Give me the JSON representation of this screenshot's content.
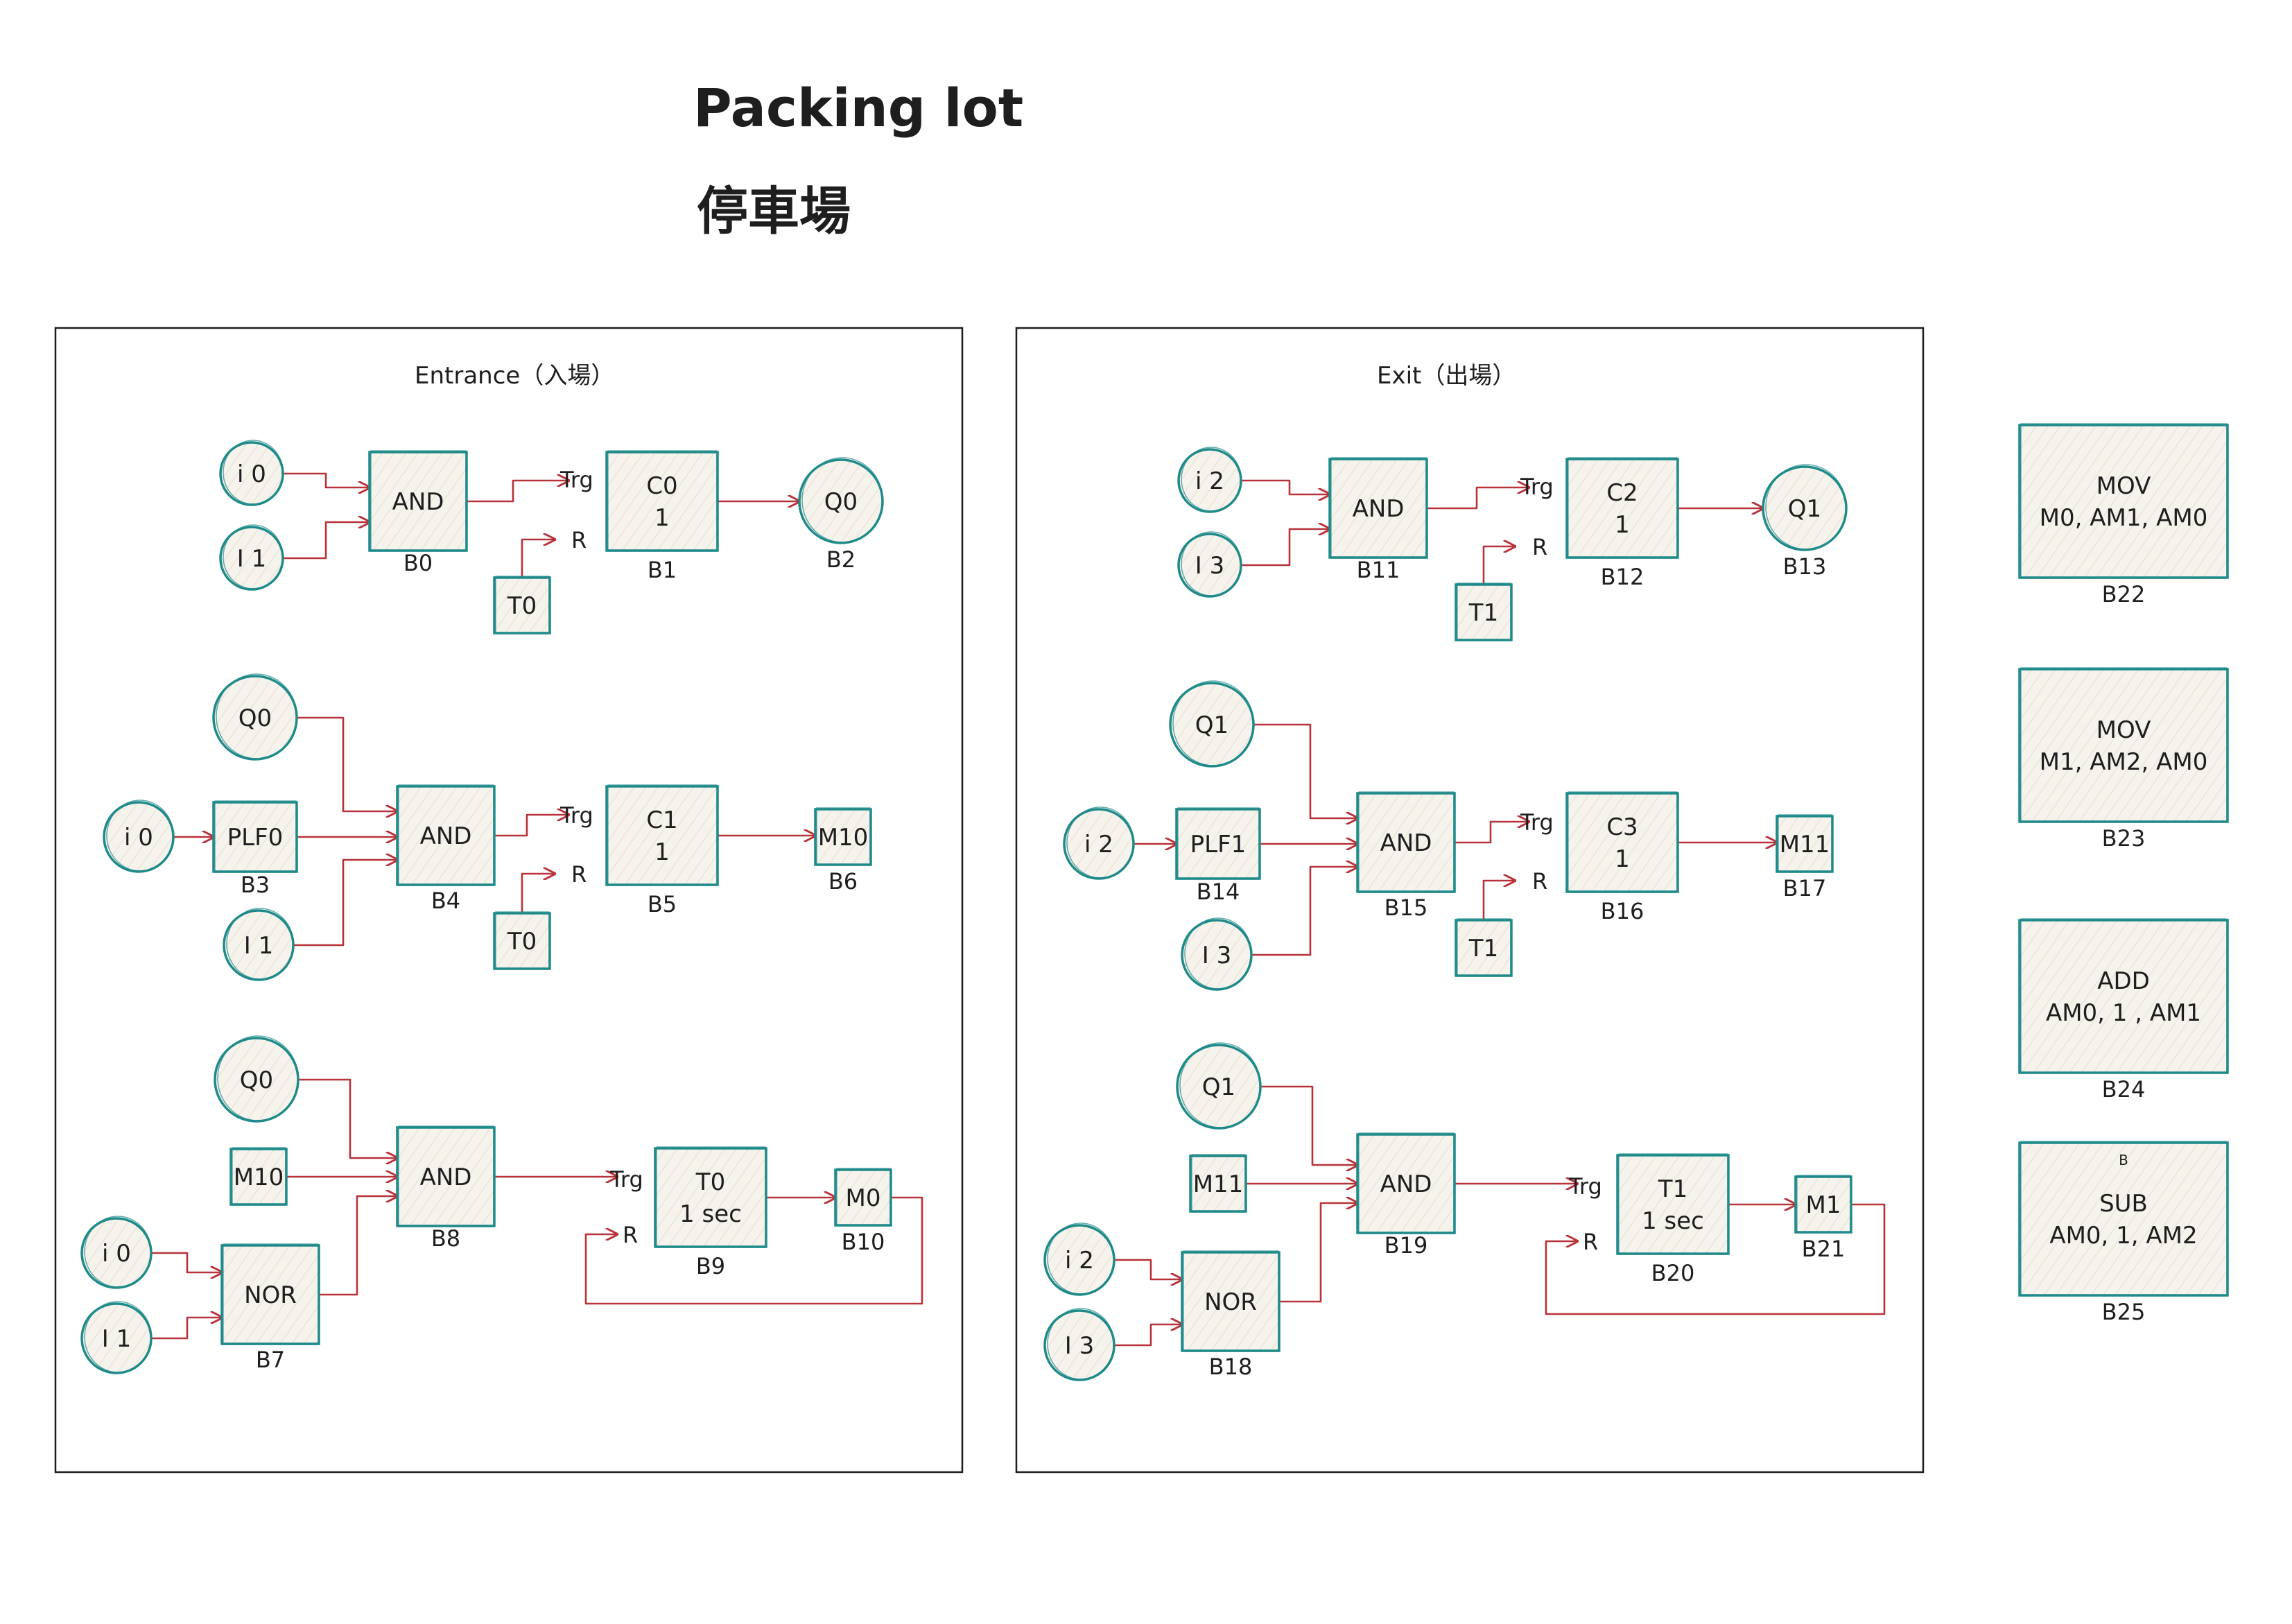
{
  "title": "Packing lot",
  "subtitle": "停車場",
  "colors": {
    "node_stroke": "#1f8a8a",
    "node_fill": "#f6f3ec",
    "wire": "#b8323a",
    "panel_stroke": "#1e1e1e",
    "text": "#1e1e1e"
  },
  "panels": [
    {
      "id": "entrance",
      "title": "Entrance（入場）"
    },
    {
      "id": "exit",
      "title": "Exit（出場）"
    }
  ],
  "nodes": [
    {
      "id": "e_i0a",
      "shape": "circle",
      "lines": [
        "i 0"
      ]
    },
    {
      "id": "e_i1a",
      "shape": "circle",
      "lines": [
        "I 1"
      ]
    },
    {
      "id": "b0",
      "shape": "rect",
      "lines": [
        "AND"
      ],
      "label": "B0"
    },
    {
      "id": "b1",
      "shape": "rect",
      "lines": [
        "C0",
        "1"
      ],
      "label": "B1"
    },
    {
      "id": "e_t0a",
      "shape": "rect",
      "lines": [
        "T0"
      ]
    },
    {
      "id": "b2",
      "shape": "circle",
      "lines": [
        "Q0"
      ],
      "label": "B2"
    },
    {
      "id": "e_q0a",
      "shape": "circle",
      "lines": [
        "Q0"
      ]
    },
    {
      "id": "e_i0b",
      "shape": "circle",
      "lines": [
        "i 0"
      ]
    },
    {
      "id": "b3",
      "shape": "rect",
      "lines": [
        "PLF0"
      ],
      "label": "B3"
    },
    {
      "id": "e_i1b",
      "shape": "circle",
      "lines": [
        "I 1"
      ]
    },
    {
      "id": "b4",
      "shape": "rect",
      "lines": [
        "AND"
      ],
      "label": "B4"
    },
    {
      "id": "b5",
      "shape": "rect",
      "lines": [
        "C1",
        "1"
      ],
      "label": "B5"
    },
    {
      "id": "e_t0b",
      "shape": "rect",
      "lines": [
        "T0"
      ]
    },
    {
      "id": "b6",
      "shape": "rect",
      "lines": [
        "M10"
      ],
      "label": "B6"
    },
    {
      "id": "e_q0b",
      "shape": "circle",
      "lines": [
        "Q0"
      ]
    },
    {
      "id": "e_m10",
      "shape": "rect",
      "lines": [
        "M10"
      ]
    },
    {
      "id": "e_i0c",
      "shape": "circle",
      "lines": [
        "i 0"
      ]
    },
    {
      "id": "e_i1c",
      "shape": "circle",
      "lines": [
        "I 1"
      ]
    },
    {
      "id": "b7",
      "shape": "rect",
      "lines": [
        "NOR"
      ],
      "label": "B7"
    },
    {
      "id": "b8",
      "shape": "rect",
      "lines": [
        "AND"
      ],
      "label": "B8"
    },
    {
      "id": "b9",
      "shape": "rect",
      "lines": [
        "T0",
        "1 sec"
      ],
      "label": "B9"
    },
    {
      "id": "b10",
      "shape": "rect",
      "lines": [
        "M0"
      ],
      "label": "B10"
    },
    {
      "id": "x_i2a",
      "shape": "circle",
      "lines": [
        "i 2"
      ]
    },
    {
      "id": "x_i3a",
      "shape": "circle",
      "lines": [
        "I 3"
      ]
    },
    {
      "id": "b11",
      "shape": "rect",
      "lines": [
        "AND"
      ],
      "label": "B11"
    },
    {
      "id": "b12",
      "shape": "rect",
      "lines": [
        "C2",
        "1"
      ],
      "label": "B12"
    },
    {
      "id": "x_t1a",
      "shape": "rect",
      "lines": [
        "T1"
      ]
    },
    {
      "id": "b13",
      "shape": "circle",
      "lines": [
        "Q1"
      ],
      "label": "B13"
    },
    {
      "id": "x_q1a",
      "shape": "circle",
      "lines": [
        "Q1"
      ]
    },
    {
      "id": "x_i2b",
      "shape": "circle",
      "lines": [
        "i 2"
      ]
    },
    {
      "id": "b14",
      "shape": "rect",
      "lines": [
        "PLF1"
      ],
      "label": "B14"
    },
    {
      "id": "x_i3b",
      "shape": "circle",
      "lines": [
        "I 3"
      ]
    },
    {
      "id": "b15",
      "shape": "rect",
      "lines": [
        "AND"
      ],
      "label": "B15"
    },
    {
      "id": "b16",
      "shape": "rect",
      "lines": [
        "C3",
        "1"
      ],
      "label": "B16"
    },
    {
      "id": "x_t1b",
      "shape": "rect",
      "lines": [
        "T1"
      ]
    },
    {
      "id": "b17",
      "shape": "rect",
      "lines": [
        "M11"
      ],
      "label": "B17"
    },
    {
      "id": "x_q1b",
      "shape": "circle",
      "lines": [
        "Q1"
      ]
    },
    {
      "id": "x_m11",
      "shape": "rect",
      "lines": [
        "M11"
      ]
    },
    {
      "id": "x_i2c",
      "shape": "circle",
      "lines": [
        "i 2"
      ]
    },
    {
      "id": "x_i3c",
      "shape": "circle",
      "lines": [
        "I 3"
      ]
    },
    {
      "id": "b18",
      "shape": "rect",
      "lines": [
        "NOR"
      ],
      "label": "B18"
    },
    {
      "id": "b19",
      "shape": "rect",
      "lines": [
        "AND"
      ],
      "label": "B19"
    },
    {
      "id": "b20",
      "shape": "rect",
      "lines": [
        "T1",
        "1 sec"
      ],
      "label": "B20"
    },
    {
      "id": "b21",
      "shape": "rect",
      "lines": [
        "M1"
      ],
      "label": "B21"
    },
    {
      "id": "b22",
      "shape": "rect",
      "lines": [
        "MOV",
        "M0, AM1, AM0"
      ],
      "label": "B22"
    },
    {
      "id": "b23",
      "shape": "rect",
      "lines": [
        "MOV",
        "M1, AM2, AM0"
      ],
      "label": "B23"
    },
    {
      "id": "b24",
      "shape": "rect",
      "lines": [
        "ADD",
        "AM0, 1 , AM1"
      ],
      "label": "B24"
    },
    {
      "id": "b25",
      "shape": "rect",
      "lines": [
        "SUB",
        "AM0, 1, AM2"
      ],
      "label": "B25",
      "note": "B"
    }
  ],
  "pin_labels": {
    "trigger": "Trg",
    "reset": "R"
  }
}
